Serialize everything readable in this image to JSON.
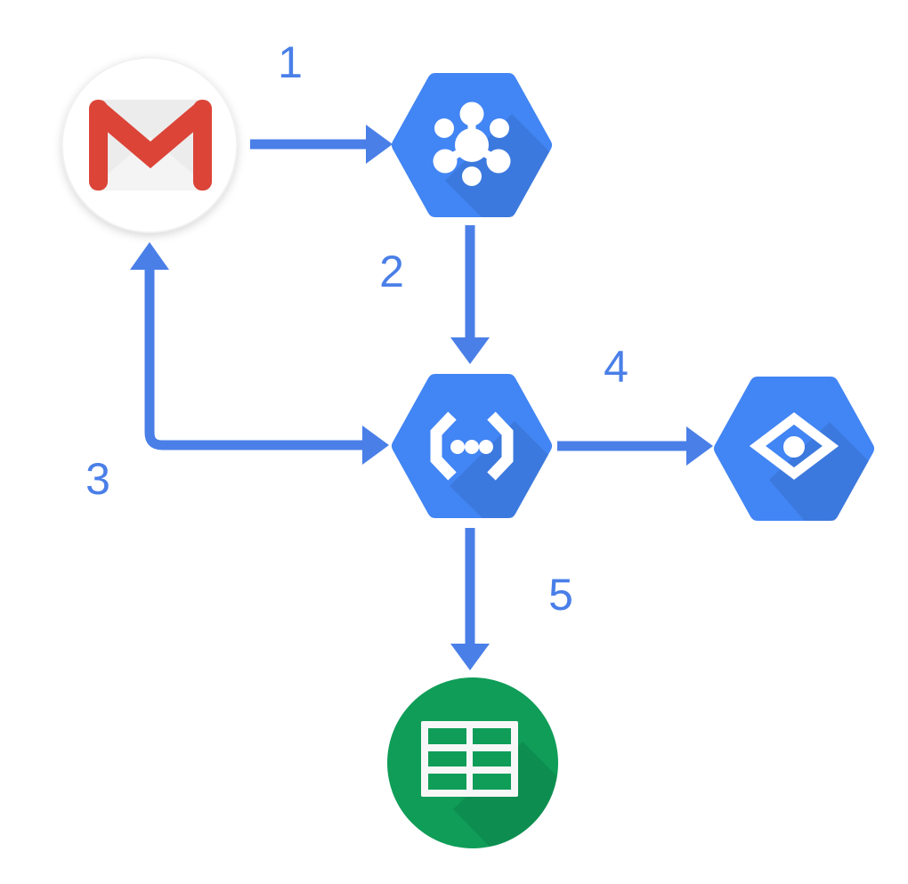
{
  "diagram": {
    "background_color": "#ffffff",
    "colors": {
      "arrow": "#4A7FE8",
      "label": "#4A7FE8",
      "hexagon_blue": "#4285F4",
      "sheets_green": "#0F9D58",
      "gmail_red": "#DB4437"
    },
    "nodes": [
      {
        "id": "gmail",
        "icon": "gmail-icon",
        "shape": "white-circle"
      },
      {
        "id": "cloud-pubsub",
        "icon": "cloud-pubsub-icon",
        "shape": "blue-hexagon"
      },
      {
        "id": "cloud-functions",
        "icon": "cloud-functions-icon",
        "shape": "blue-hexagon"
      },
      {
        "id": "cloud-vision",
        "icon": "cloud-vision-icon",
        "shape": "blue-hexagon"
      },
      {
        "id": "google-sheets",
        "icon": "google-sheets-icon",
        "shape": "green-circle"
      }
    ],
    "arrows": [
      {
        "label": "1",
        "from": "gmail",
        "to": "cloud-pubsub",
        "path": "right"
      },
      {
        "label": "2",
        "from": "cloud-pubsub",
        "to": "cloud-functions",
        "path": "down"
      },
      {
        "label": "3",
        "from": "cloud-functions",
        "to": "gmail",
        "path": "left-then-up",
        "double_headed": true
      },
      {
        "label": "4",
        "from": "cloud-functions",
        "to": "cloud-vision",
        "path": "right"
      },
      {
        "label": "5",
        "from": "cloud-functions",
        "to": "google-sheets",
        "path": "down"
      }
    ]
  }
}
